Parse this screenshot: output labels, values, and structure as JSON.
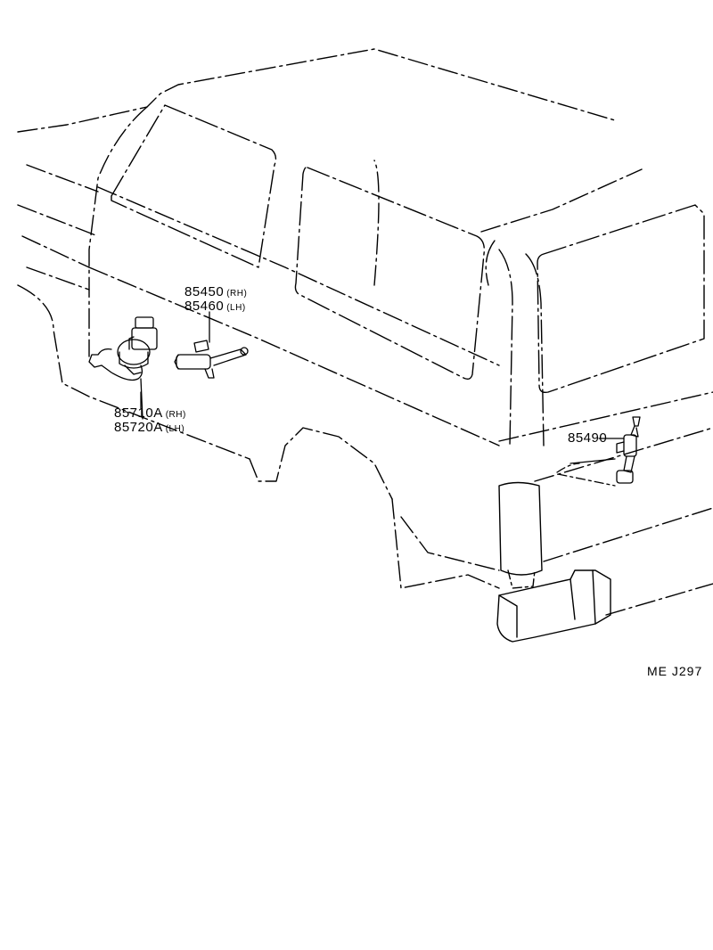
{
  "colors": {
    "line": "#000000",
    "background": "#ffffff"
  },
  "callouts": [
    {
      "part_number": "85450",
      "side": "(RH)"
    },
    {
      "part_number": "85460",
      "side": "(LH)"
    },
    {
      "part_number": "85710A",
      "side": "(RH)"
    },
    {
      "part_number": "85720A",
      "side": "(LH)"
    },
    {
      "part_number": "85490",
      "side": ""
    }
  ],
  "drawing_code": "ME  J297"
}
